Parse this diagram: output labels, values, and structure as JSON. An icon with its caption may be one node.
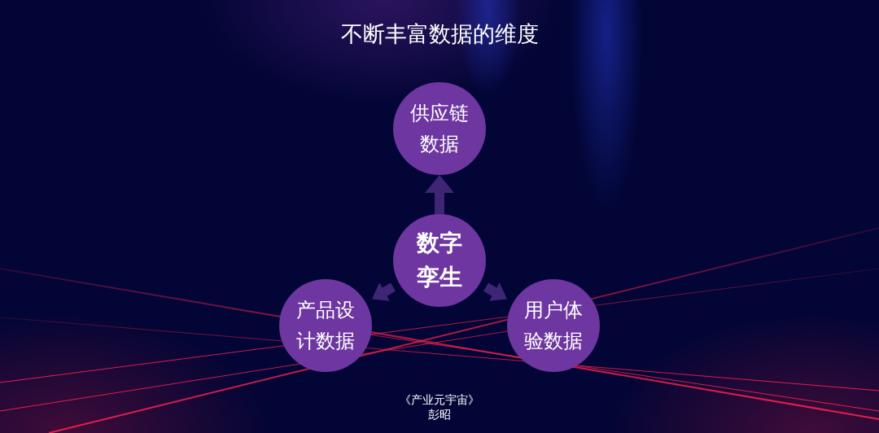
{
  "diagram": {
    "title": "不断丰富数据的维度",
    "nodes": [
      {
        "text": [
          "供应链数据"
        ]
      },
      {
        "text": [
          "数字孪生"
        ]
      },
      {
        "text": [
          "产品设计数据"
        ]
      },
      {
        "text": [
          "用户体验数据"
        ]
      }
    ],
    "edges": [
      {
        "from": 1,
        "to": 0,
        "arrow": "to"
      },
      {
        "from": 1,
        "to": 2,
        "arrow": "to"
      },
      {
        "from": 1,
        "to": 3,
        "arrow": "to"
      }
    ],
    "labels": [
      "《产业元宇宙》",
      "彭昭"
    ]
  }
}
